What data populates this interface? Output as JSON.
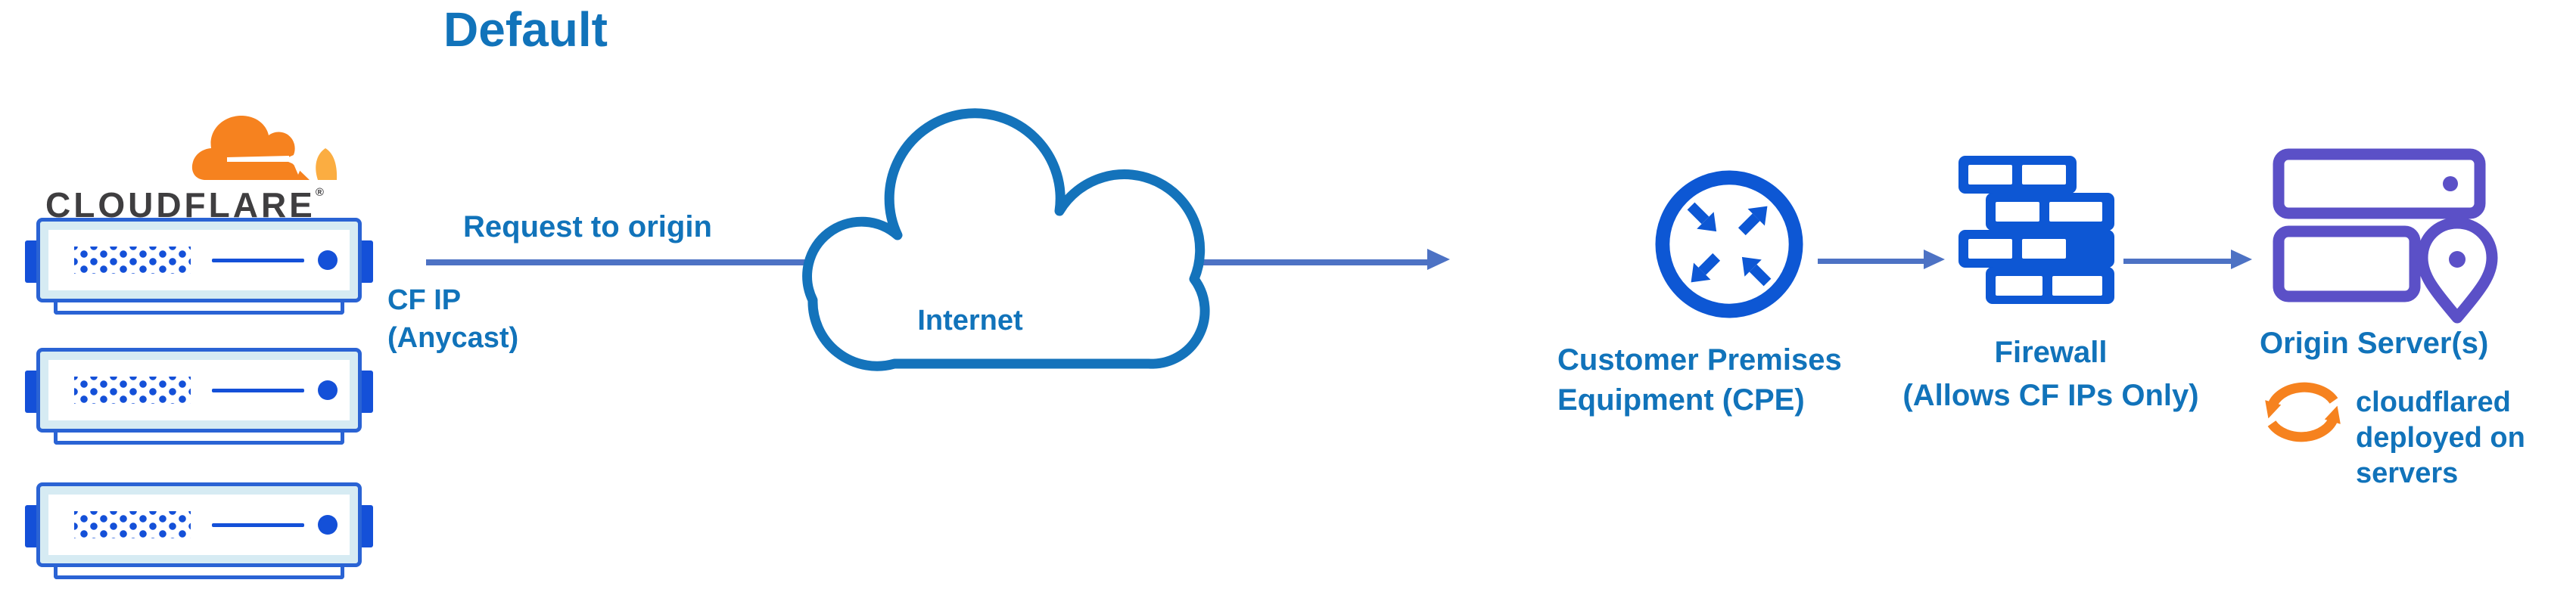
{
  "title": "Default",
  "logo": {
    "wordmark": "CLOUDFLARE",
    "registered_mark": "®"
  },
  "edge": {
    "request_label": "Request to origin",
    "cf_ip_line1": "CF IP",
    "cf_ip_line2": "(Anycast)"
  },
  "internet": {
    "label": "Internet"
  },
  "cpe": {
    "label_line1": "Customer Premises",
    "label_line2": "Equipment (CPE)"
  },
  "firewall": {
    "label_line1": "Firewall",
    "label_line2": "(Allows CF IPs Only)"
  },
  "origin": {
    "label": "Origin Server(s)",
    "note_line1": "cloudflared",
    "note_line2": "deployed on",
    "note_line3": "servers"
  },
  "colors": {
    "text_blue": "#1173ba",
    "icon_blue": "#0d57d4",
    "tab_blue": "#1450d8",
    "server_border": "#2a63d4",
    "server_fill": "#d6ebf3",
    "arrow_slate": "#4d72c4",
    "cloud_stroke": "#1473bb",
    "orange": "#f6821f",
    "orange_light": "#fbad41",
    "purple": "#5b50c7",
    "wordmark_dark": "#3f3e40"
  }
}
